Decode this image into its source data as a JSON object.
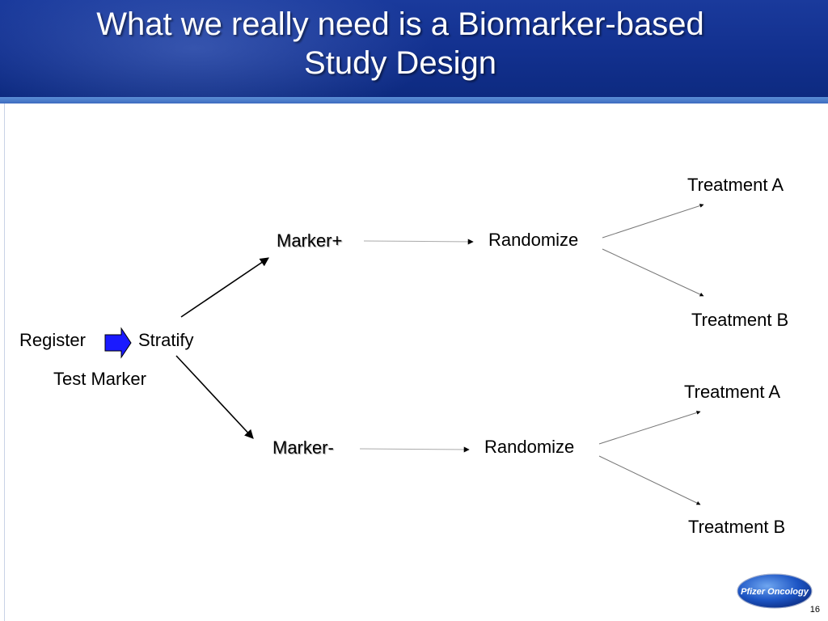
{
  "title": {
    "line1": "What we really need is a Biomarker-based",
    "line2": "Study Design"
  },
  "diagram": {
    "register": "Register",
    "stratify": "Stratify",
    "test_marker": "Test Marker",
    "marker_pos": "Marker+",
    "marker_neg": "Marker-",
    "randomize_top": "Randomize",
    "randomize_bottom": "Randomize",
    "treatment_a_top": "Treatment A",
    "treatment_b_top": "Treatment B",
    "treatment_a_bottom": "Treatment A",
    "treatment_b_bottom": "Treatment B"
  },
  "logo": {
    "text": "Pfizer Oncology"
  },
  "page_number": "16",
  "colors": {
    "header": "#12308e",
    "stripe": "#5c8fd6",
    "block_arrow": "#1a1aff"
  }
}
